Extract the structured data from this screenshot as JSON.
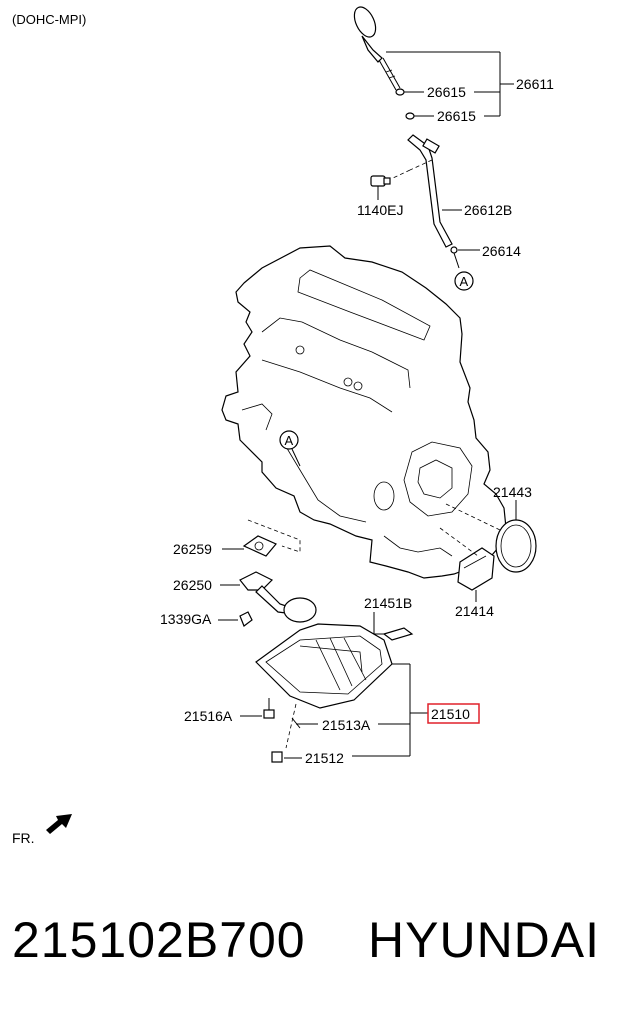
{
  "header": {
    "variant": "(DOHC-MPI)"
  },
  "callouts": {
    "ref_a": "A",
    "c26611": "26611",
    "c26615_upper": "26615",
    "c26615_lower": "26615",
    "c1140EJ": "1140EJ",
    "c26612B": "26612B",
    "c26614": "26614",
    "c21443": "21443",
    "c26259": "26259",
    "c26250": "26250",
    "c21451B": "21451B",
    "c21414": "21414",
    "c1339GA": "1339GA",
    "c21516A": "21516A",
    "c21513A": "21513A",
    "c21510": "21510",
    "c21512": "21512"
  },
  "highlight": {
    "part": "21510",
    "color": "#e0202a"
  },
  "orientation": {
    "label": "FR."
  },
  "footer": {
    "part_number": "215102B700",
    "brand": "HYUNDAI"
  }
}
